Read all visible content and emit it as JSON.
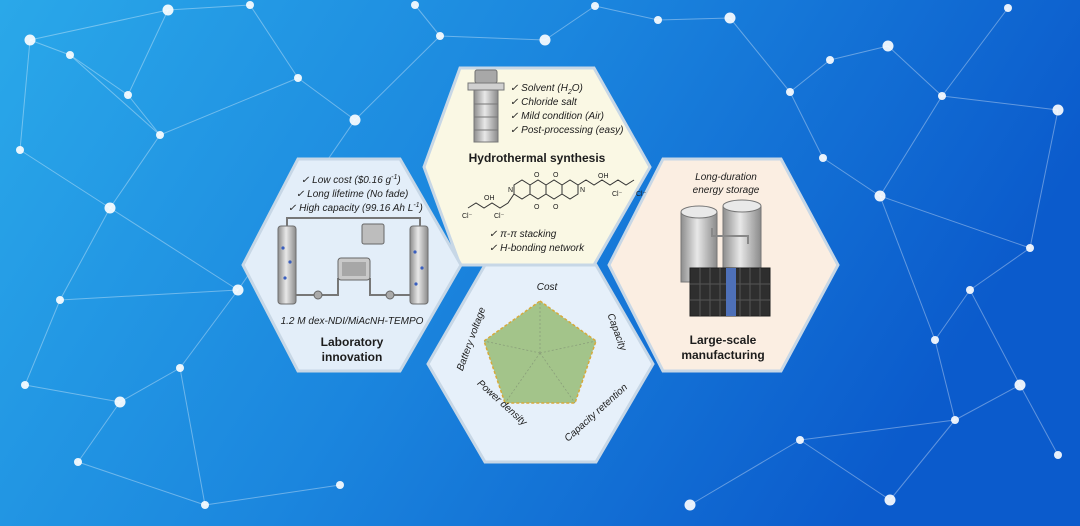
{
  "panels": {
    "hydrothermal": {
      "title": "Hydrothermal synthesis",
      "checks": [
        "Solvent (H",
        "Chloride salt",
        "Mild  condition (Air)",
        "Post-processing (easy)"
      ],
      "solvent_sub": "2",
      "solvent_end": "O)",
      "bond_checks": [
        "π-π stacking",
        "H-bonding network"
      ]
    },
    "laboratory": {
      "title_line1": "Laboratory",
      "title_line2": "innovation",
      "check_cost": "Low cost ($0.16 g",
      "check_cost_sup": "-1",
      "check_cost_end": ")",
      "check_lifetime": "Long lifetime (No fade)",
      "check_capacity": "High capacity (99.16 Ah L",
      "check_capacity_sup": "-1",
      "check_capacity_end": ")",
      "cell_label": "1.2 M dex-NDI/MiAcNH-TEMPO"
    },
    "large_scale": {
      "note_line1": "Long-duration",
      "note_line2": "energy storage",
      "title_line1": "Large-scale",
      "title_line2": "manufacturing"
    },
    "radar": {
      "axes": [
        "Cost",
        "Capacity",
        "Capacity retention",
        "Power density",
        "Battery voltage"
      ]
    }
  },
  "molecule": {
    "atoms_oh": [
      "OH",
      "OH"
    ],
    "atoms_o": [
      "O",
      "O",
      "O",
      "O"
    ],
    "atoms_n": [
      "N",
      "N"
    ],
    "atoms_cl": [
      "Cl⁻",
      "Cl⁻",
      "Cl⁻",
      "Cl⁻"
    ]
  },
  "colors": {
    "bg_light": "#27a3e6",
    "bg_dark": "#0a5ccc",
    "hex_yellow": "#faf8e4",
    "hex_blue": "#e3eef9",
    "hex_peach": "#fbeee2",
    "hex_border": "#c6d8ea",
    "radar_fill": "#a3c48a",
    "radar_edge": "#d8a93a",
    "text": "#1c1c1c"
  }
}
